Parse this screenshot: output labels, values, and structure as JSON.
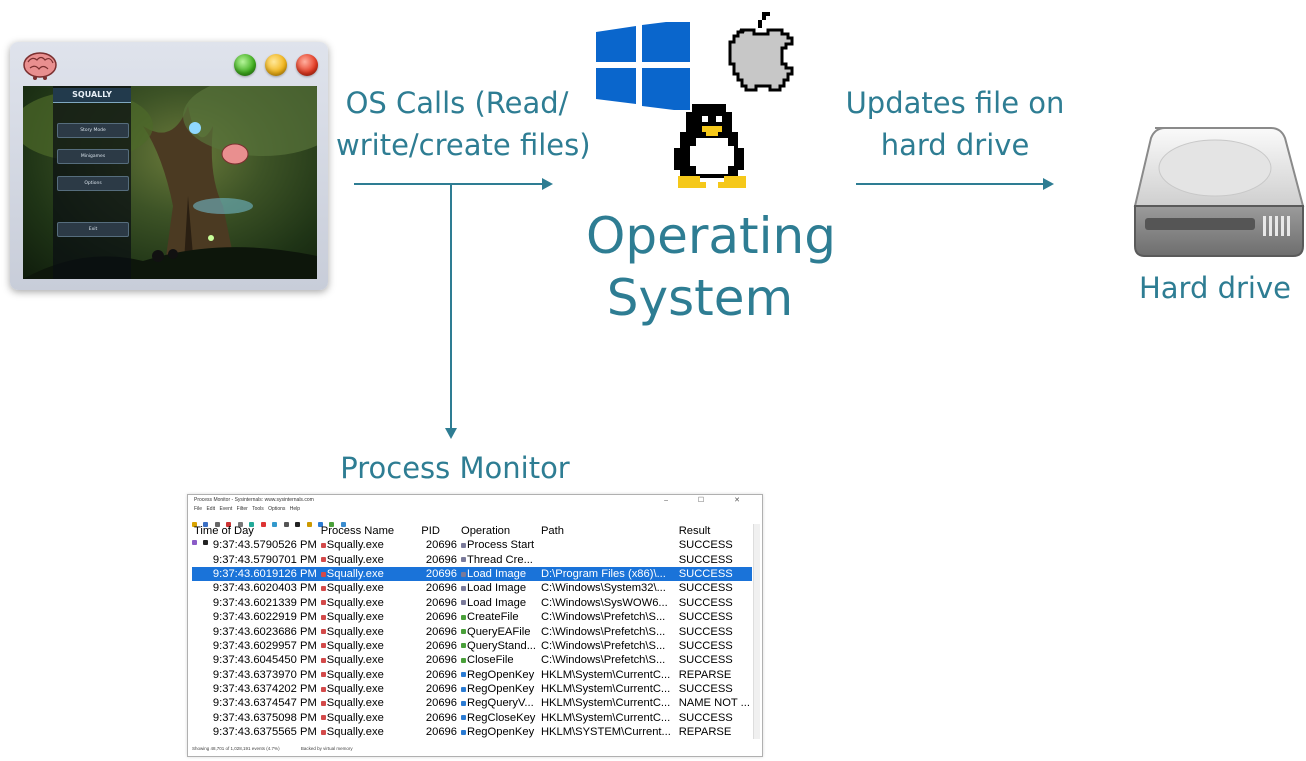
{
  "labels": {
    "os_calls_line1": "OS Calls (Read/",
    "os_calls_line2": "write/create files)",
    "os_line1": "Operating",
    "os_line2": "System",
    "updates_line1": "Updates file on",
    "updates_line2": "hard drive",
    "hard_drive": "Hard drive",
    "process_monitor": "Process Monitor"
  },
  "colors": {
    "accent": "#2e7d93",
    "selected_row": "#1a73d9",
    "windows_blue": "#0a66cc"
  },
  "game": {
    "logo": "SQUALLY",
    "menu": [
      "Story Mode",
      "Minigames",
      "Options",
      "Exit"
    ]
  },
  "process_monitor": {
    "title": "Process Monitor - Sysinternals: www.sysinternals.com",
    "window_controls": "–  ☐  ✕",
    "menu": [
      "File",
      "Edit",
      "Event",
      "Filter",
      "Tools",
      "Options",
      "Help"
    ],
    "columns": [
      "Time of Day",
      "Process Name",
      "PID",
      "Operation",
      "Path",
      "Result"
    ],
    "rows": [
      {
        "time": "9:37:43.5790526 PM",
        "proc": "Squally.exe",
        "pid": "20696",
        "op": "Process Start",
        "path": "",
        "result": "SUCCESS"
      },
      {
        "time": "9:37:43.5790701 PM",
        "proc": "Squally.exe",
        "pid": "20696",
        "op": "Thread Cre...",
        "path": "",
        "result": "SUCCESS"
      },
      {
        "time": "9:37:43.6019126 PM",
        "proc": "Squally.exe",
        "pid": "20696",
        "op": "Load Image",
        "path": "D:\\Program Files (x86)\\...",
        "result": "SUCCESS",
        "selected": true
      },
      {
        "time": "9:37:43.6020403 PM",
        "proc": "Squally.exe",
        "pid": "20696",
        "op": "Load Image",
        "path": "C:\\Windows\\System32\\...",
        "result": "SUCCESS"
      },
      {
        "time": "9:37:43.6021339 PM",
        "proc": "Squally.exe",
        "pid": "20696",
        "op": "Load Image",
        "path": "C:\\Windows\\SysWOW6...",
        "result": "SUCCESS"
      },
      {
        "time": "9:37:43.6022919 PM",
        "proc": "Squally.exe",
        "pid": "20696",
        "op": "CreateFile",
        "path": "C:\\Windows\\Prefetch\\S...",
        "result": "SUCCESS"
      },
      {
        "time": "9:37:43.6023686 PM",
        "proc": "Squally.exe",
        "pid": "20696",
        "op": "QueryEAFile",
        "path": "C:\\Windows\\Prefetch\\S...",
        "result": "SUCCESS"
      },
      {
        "time": "9:37:43.6029957 PM",
        "proc": "Squally.exe",
        "pid": "20696",
        "op": "QueryStand...",
        "path": "C:\\Windows\\Prefetch\\S...",
        "result": "SUCCESS"
      },
      {
        "time": "9:37:43.6045450 PM",
        "proc": "Squally.exe",
        "pid": "20696",
        "op": "CloseFile",
        "path": "C:\\Windows\\Prefetch\\S...",
        "result": "SUCCESS"
      },
      {
        "time": "9:37:43.6373970 PM",
        "proc": "Squally.exe",
        "pid": "20696",
        "op": "RegOpenKey",
        "path": "HKLM\\System\\CurrentC...",
        "result": "REPARSE"
      },
      {
        "time": "9:37:43.6374202 PM",
        "proc": "Squally.exe",
        "pid": "20696",
        "op": "RegOpenKey",
        "path": "HKLM\\System\\CurrentC...",
        "result": "SUCCESS"
      },
      {
        "time": "9:37:43.6374547 PM",
        "proc": "Squally.exe",
        "pid": "20696",
        "op": "RegQueryV...",
        "path": "HKLM\\System\\CurrentC...",
        "result": "NAME NOT ..."
      },
      {
        "time": "9:37:43.6375098 PM",
        "proc": "Squally.exe",
        "pid": "20696",
        "op": "RegCloseKey",
        "path": "HKLM\\System\\CurrentC...",
        "result": "SUCCESS"
      },
      {
        "time": "9:37:43.6375565 PM",
        "proc": "Squally.exe",
        "pid": "20696",
        "op": "RegOpenKey",
        "path": "HKLM\\SYSTEM\\Current...",
        "result": "REPARSE"
      }
    ],
    "status_events": "Showing 48,701 of 1,028,191 events (4.7%)",
    "status_memory": "Backed by virtual memory"
  }
}
